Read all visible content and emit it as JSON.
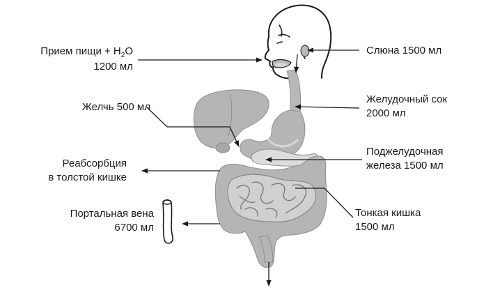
{
  "labels": {
    "intake_line1_prefix": "Прием пищи + H",
    "intake_line1_sub": "2",
    "intake_line1_suffix": "O",
    "intake_line2": "1200 мл",
    "saliva": "Слюна 1500 мл",
    "bile": "Желчь 500 мл",
    "gastric_line1": "Желудочный сок",
    "gastric_line2": "2000 мл",
    "pancreas_line1": "Поджелудочная",
    "pancreas_line2": "железа 1500 мл",
    "reabsorb_line1": "Реабсорбция",
    "reabsorb_line2": "в толстой кишке",
    "portal_line1": "Портальная вена",
    "portal_line2": "6700 мл",
    "small_int_line1": "Тонкая кишка",
    "small_int_line2": "1500 мл"
  },
  "colors": {
    "organ_fill": "#b8b8b8",
    "organ_dark": "#8e8e8e",
    "organ_light": "#d6d6d6",
    "line": "#1a1a1a"
  }
}
